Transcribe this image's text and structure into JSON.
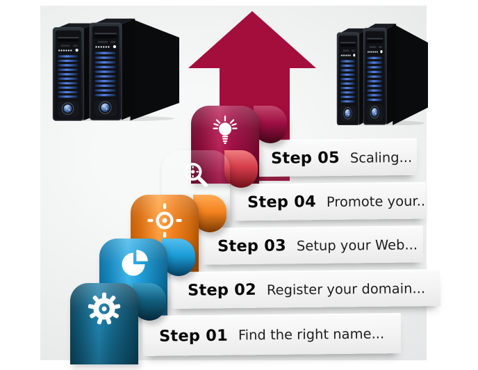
{
  "steps": [
    {
      "label": "Step 01",
      "description": "Find the right name...",
      "icon": "gear-icon",
      "color": "#136080"
    },
    {
      "label": "Step 02",
      "description": "Register your domain...",
      "icon": "pie-chart-icon",
      "color": "#1b9dd9"
    },
    {
      "label": "Step 03",
      "description": "Setup your Web...",
      "icon": "target-icon",
      "color": "#f5821f"
    },
    {
      "label": "Step 04",
      "description": "Promote your...",
      "icon": "magnifier-icon",
      "color": "#d63d4b"
    },
    {
      "label": "Step 05",
      "description": "Scaling...",
      "icon": "light-bulb-icon",
      "color": "#a00f44"
    }
  ],
  "arrow": {
    "direction": "up",
    "color": "#a30e3c"
  },
  "decorations": {
    "left_server_towers": 2,
    "right_server_towers": 2,
    "panel_color": "#ebecec"
  }
}
